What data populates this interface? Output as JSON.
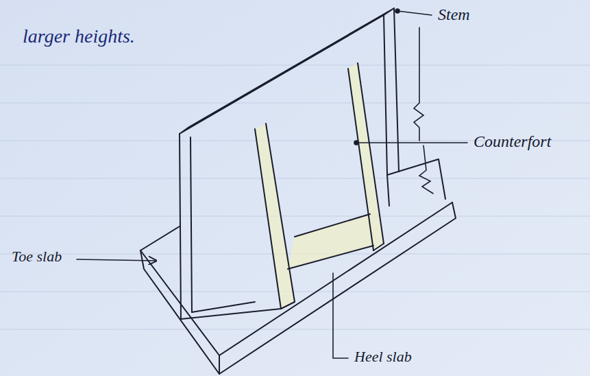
{
  "diagram": {
    "labels": [
      "larger heights.",
      "Stem",
      "Counterfort",
      "Toe slab",
      "Heel slab"
    ]
  }
}
